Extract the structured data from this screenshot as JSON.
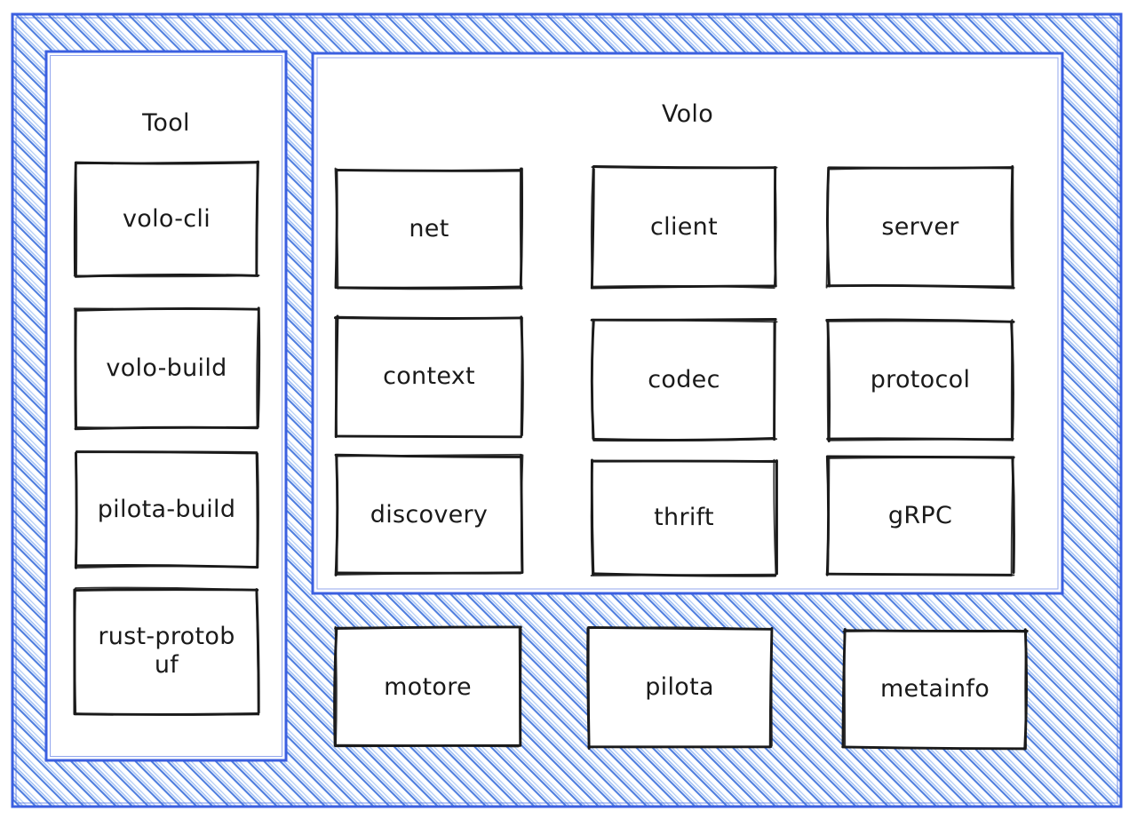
{
  "diagram": {
    "type": "architecture-block-diagram",
    "style": "hand-drawn-sketch",
    "colors": {
      "frame_stroke": "#3b5fe0",
      "hatch_dark": "#3f73dd",
      "hatch_light": "#8fb4f2",
      "panel_background": "#ffffff",
      "node_stroke": "#1a1a1a",
      "text": "#1a1a1a"
    },
    "outer_frame": {
      "name": "outer-hatched-frame",
      "fill": "hatched-blue"
    },
    "groups": [
      {
        "id": "tool",
        "title": "Tool",
        "nodes": [
          {
            "id": "volo-cli",
            "label": "volo-cli"
          },
          {
            "id": "volo-build",
            "label": "volo-build"
          },
          {
            "id": "pilota-build",
            "label": "pilota-build"
          },
          {
            "id": "rust-protobuf",
            "label": "rust-protob\nuf"
          }
        ]
      },
      {
        "id": "volo",
        "title": "Volo",
        "nodes": [
          {
            "id": "net",
            "label": "net"
          },
          {
            "id": "client",
            "label": "client"
          },
          {
            "id": "server",
            "label": "server"
          },
          {
            "id": "context",
            "label": "context"
          },
          {
            "id": "codec",
            "label": "codec"
          },
          {
            "id": "protocol",
            "label": "protocol"
          },
          {
            "id": "discovery",
            "label": "discovery"
          },
          {
            "id": "thrift",
            "label": "thrift"
          },
          {
            "id": "grpc",
            "label": "gRPC"
          }
        ]
      }
    ],
    "foundation_nodes": [
      {
        "id": "motore",
        "label": "motore"
      },
      {
        "id": "pilota",
        "label": "pilota"
      },
      {
        "id": "metainfo",
        "label": "metainfo"
      }
    ]
  }
}
